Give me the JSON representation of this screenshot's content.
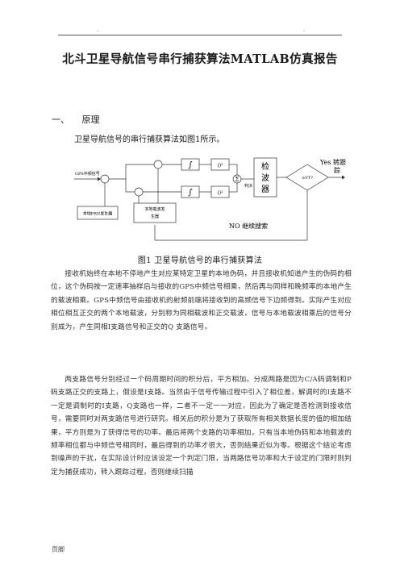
{
  "header": {
    "dot_left": ".",
    "dot_right": "."
  },
  "title": "北斗卫星导航信号串行捕获算法MATLAB仿真报告",
  "section": {
    "number": "一、",
    "heading": "原理"
  },
  "intro": "卫星导航信号的串行捕获算法如图1所示。",
  "figure": {
    "gps_label": "GPS中频信号",
    "prn_label": "本地PRN发生器",
    "carrier_label_1": "本地载波发",
    "carrier_label_2": "生器",
    "integrator_sym": "∫",
    "square_sym": "()²",
    "sum_sym": "Σ",
    "detector_label": [
      "检",
      "波",
      "器"
    ],
    "threshold_label": "≥VT?",
    "yes_label": "Yes 转跟",
    "yes_label_2": "踪",
    "no_label": "NO 继续搜索",
    "decision_label": "判决"
  },
  "caption": "图1  卫星导航信号的串行捕获算法",
  "paragraphs": [
    "接收机始终在本地不停地产生对应某特定卫星的本地伪码，并且接收机知道产生的伪码的相位，这个伪码按一定速率抽样后与接收的GPS中频信号相乘，然后再与同样和晚频率的本地产生的载波相乘。GPS中频信号由接收机的射频前端将接收到的高频信号下边频得到。实际产生对应相位相互正交的两个本地载波，分别称为同相载波和正交载波，信号与本地载波相乘后的信号分别成为，产生同相I支路信号和正交的Q 支路信号。",
    "两支路信号分别经过一个码周期时间的积分后，平方相加。分成两路是因为C/A码调制和P码支路正交的支路上，假设是I支路。当然由于信号传输过程中引入了相位差，解调时的I支路不一定是调制时的I支路，Q支路也一样，二者不一定一一对应，因此为了确定是否检测到接收信号，需要同时对两支路信号进行研究。相关后的积分是为了获取所有相关数据长度的值的相加结果，平方则是为了获得信号的功率。最后将两个支路的功率相加，只有当本地伪码和本地载波的频率相位都与中频信号相同时，最后得到的功率才很大，否则结果近似为零。根据这个结论考虑到噪声的干扰，在实际设计时应该设定一个判定门限，当两路信号功率和大于设定的门限时则判定为捕获成功，转入跟踪过程，否则继续扫描"
  ],
  "footer": "页脚"
}
